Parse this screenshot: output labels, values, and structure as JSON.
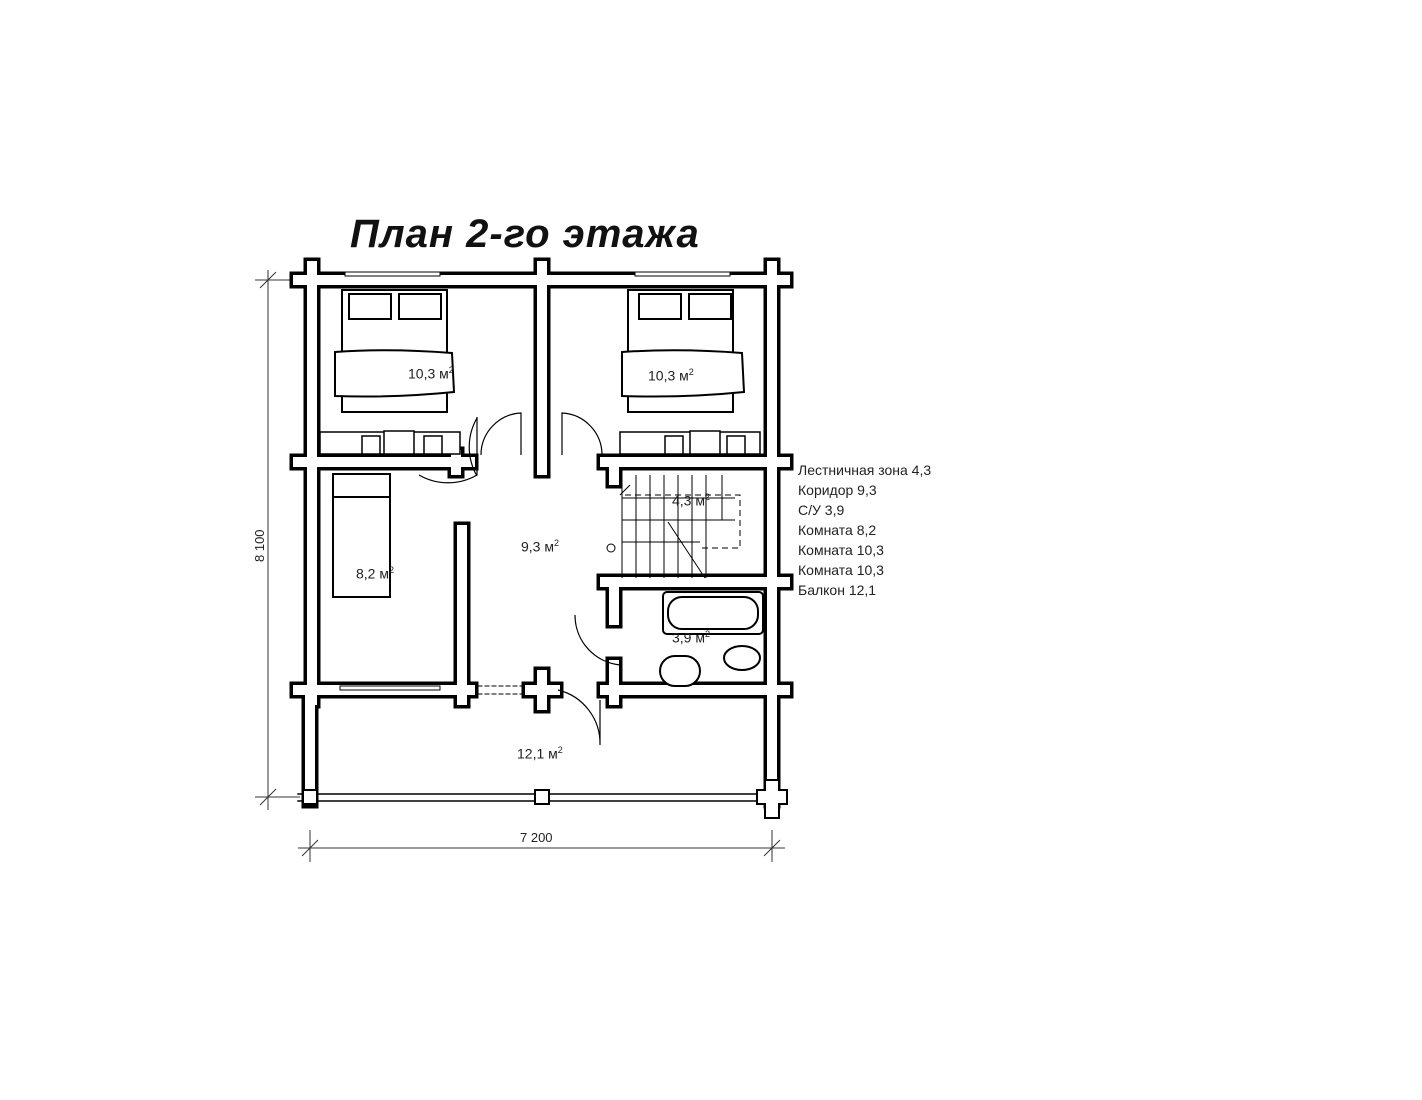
{
  "title": "План 2-го этажа",
  "areas": {
    "bedroom_left": "10,3 м",
    "bedroom_right": "10,3 м",
    "small_room": "8,2 м",
    "corridor": "9,3 м",
    "stairs": "4,3 м",
    "bathroom": "3,9 м",
    "balcony": "12,1 м",
    "sup": "2"
  },
  "legend": [
    "Лестничная зона 4,3",
    "Коридор 9,3",
    "С/У 3,9",
    "Комната 8,2",
    "Комната 10,3",
    "Комната 10,3",
    "Балкон 12,1"
  ],
  "dimensions": {
    "height": "8 100",
    "width": "7 200"
  }
}
